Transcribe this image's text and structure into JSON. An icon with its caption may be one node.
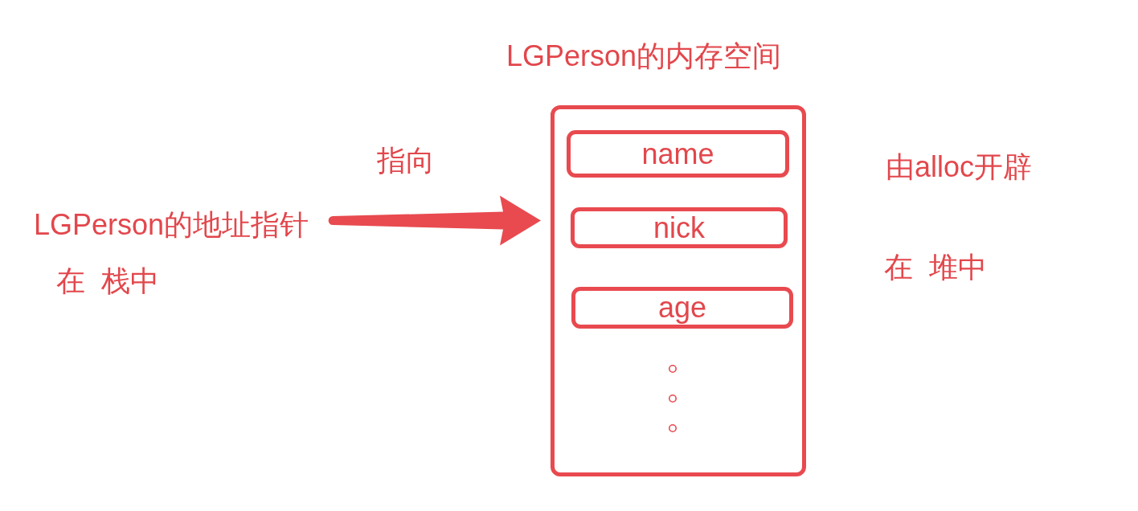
{
  "diagram": {
    "nodes": [
      {
        "text": [
          "LGPerson的地址指针"
        ],
        "beside": [
          "在 栈中"
        ]
      },
      {
        "text": [
          "LGPerson的内存空间"
        ],
        "beside": [
          "由alloc开辟",
          "在 堆中"
        ]
      },
      {
        "text": [
          "name"
        ],
        "in": 1
      },
      {
        "text": [
          "nick"
        ],
        "in": 1
      },
      {
        "text": [
          "age"
        ],
        "in": 1
      }
    ],
    "edges": [
      {
        "from": 0,
        "to": 1,
        "arrow": "to",
        "label": "指向",
        "style": "thick"
      }
    ]
  }
}
